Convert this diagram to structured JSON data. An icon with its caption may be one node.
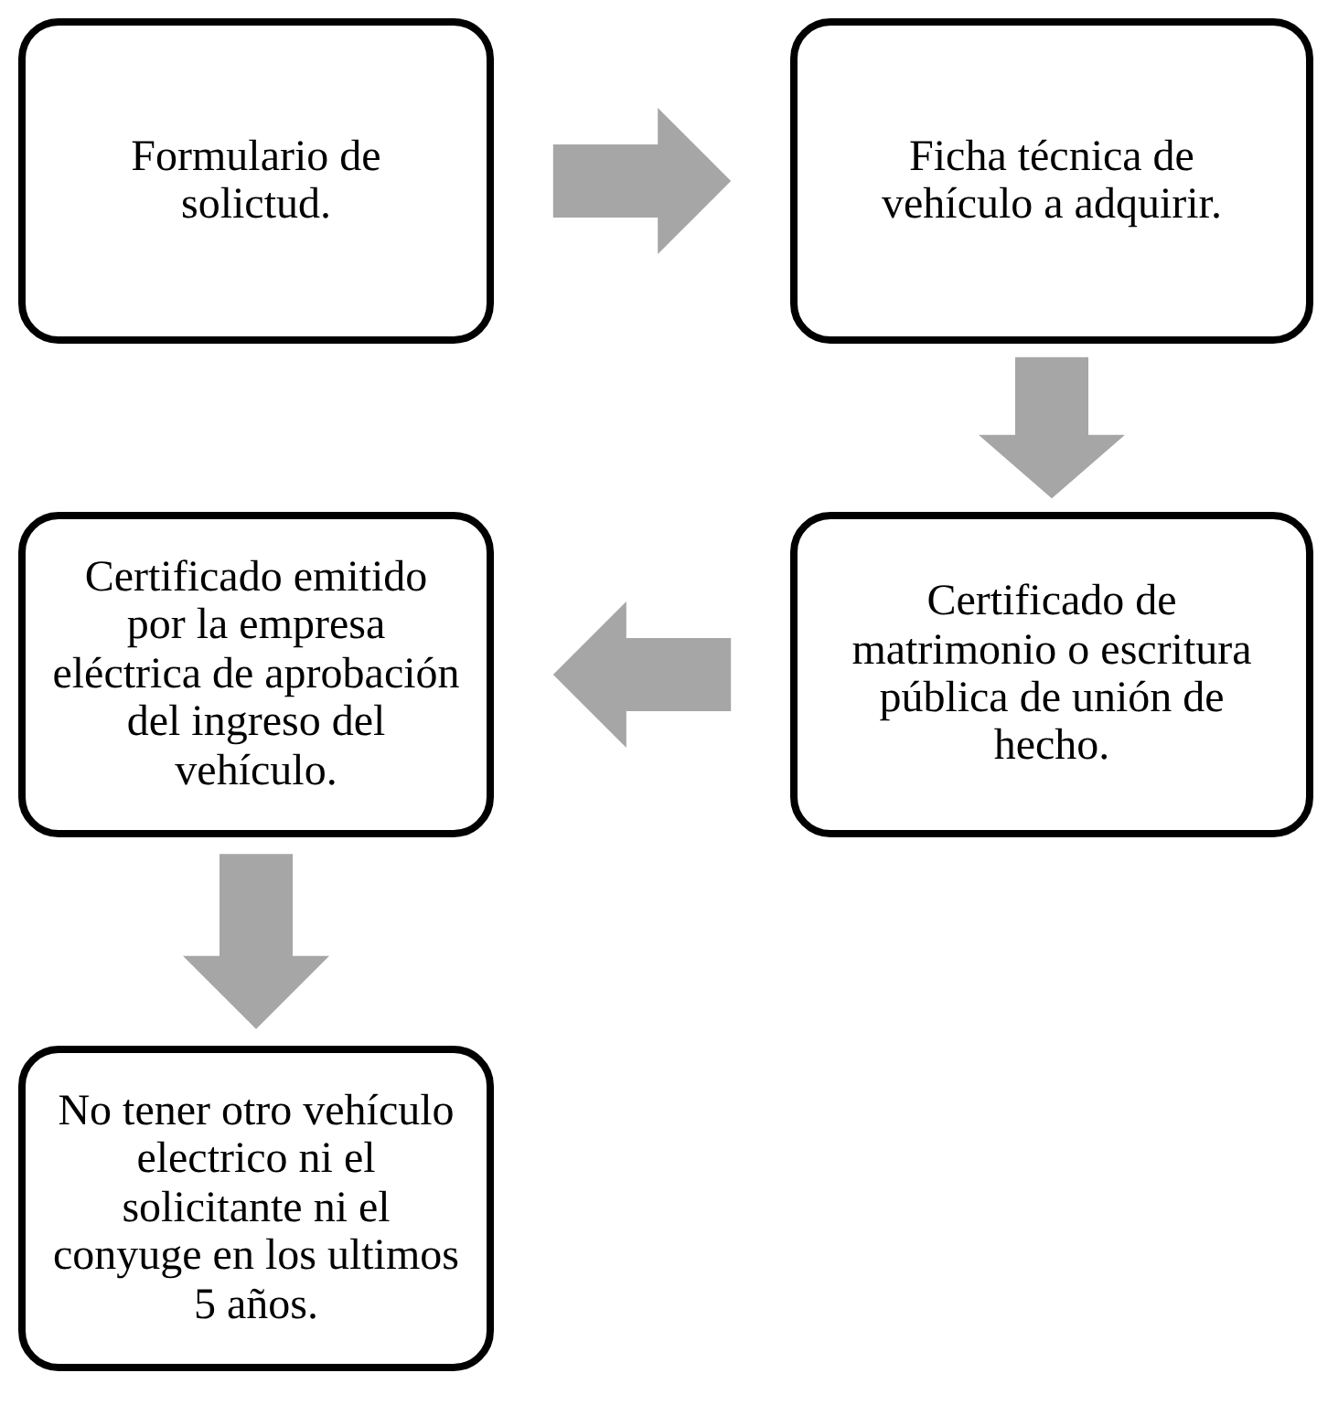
{
  "diagram": {
    "nodes": [
      {
        "text": [
          "Formulario de solictud."
        ]
      },
      {
        "text": [
          "Ficha técnica de vehículo a adquirir."
        ]
      },
      {
        "text": [
          "Certificado de matrimonio o escritura pública de unión de hecho."
        ]
      },
      {
        "text": [
          "Certificado emitido por la empresa eléctrica de aprobación del ingreso del vehículo."
        ]
      },
      {
        "text": [
          "No tener otro vehículo electrico ni el solicitante ni el conyuge en los ultimos 5 años."
        ]
      }
    ],
    "edges": [
      {
        "from": 0,
        "to": 1,
        "arrow": "to"
      },
      {
        "from": 1,
        "to": 2,
        "arrow": "to"
      },
      {
        "from": 2,
        "to": 3,
        "arrow": "to"
      },
      {
        "from": 3,
        "to": 4,
        "arrow": "to"
      }
    ]
  }
}
